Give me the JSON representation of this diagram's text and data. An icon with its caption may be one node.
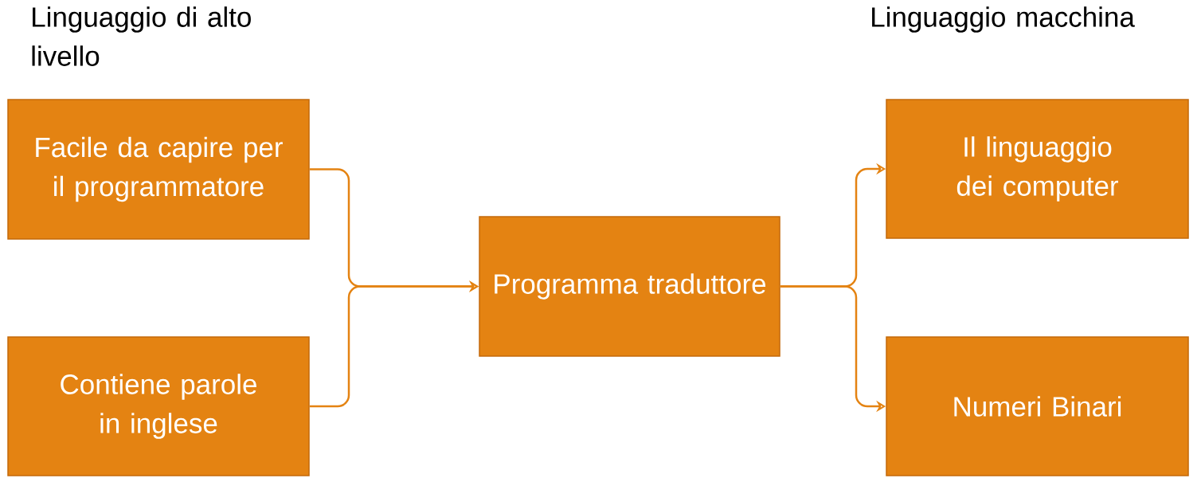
{
  "diagram": {
    "nodes": [
      {
        "text": [
          "Facile da capire per il programmatore"
        ]
      },
      {
        "text": [
          "Contiene parole in inglese"
        ]
      },
      {
        "text": [
          "Programma traduttore"
        ]
      },
      {
        "text": [
          "Il linguaggio dei computer"
        ]
      },
      {
        "text": [
          "Numeri Binari"
        ]
      }
    ],
    "edges": [
      {
        "from": 0,
        "to": 2,
        "arrow": "to"
      },
      {
        "from": 1,
        "to": 2,
        "arrow": "to"
      },
      {
        "from": 2,
        "to": 3,
        "arrow": "to"
      },
      {
        "from": 2,
        "to": 4,
        "arrow": "to"
      }
    ],
    "labels": [
      "Linguaggio di alto livello",
      "Linguaggio macchina"
    ]
  }
}
